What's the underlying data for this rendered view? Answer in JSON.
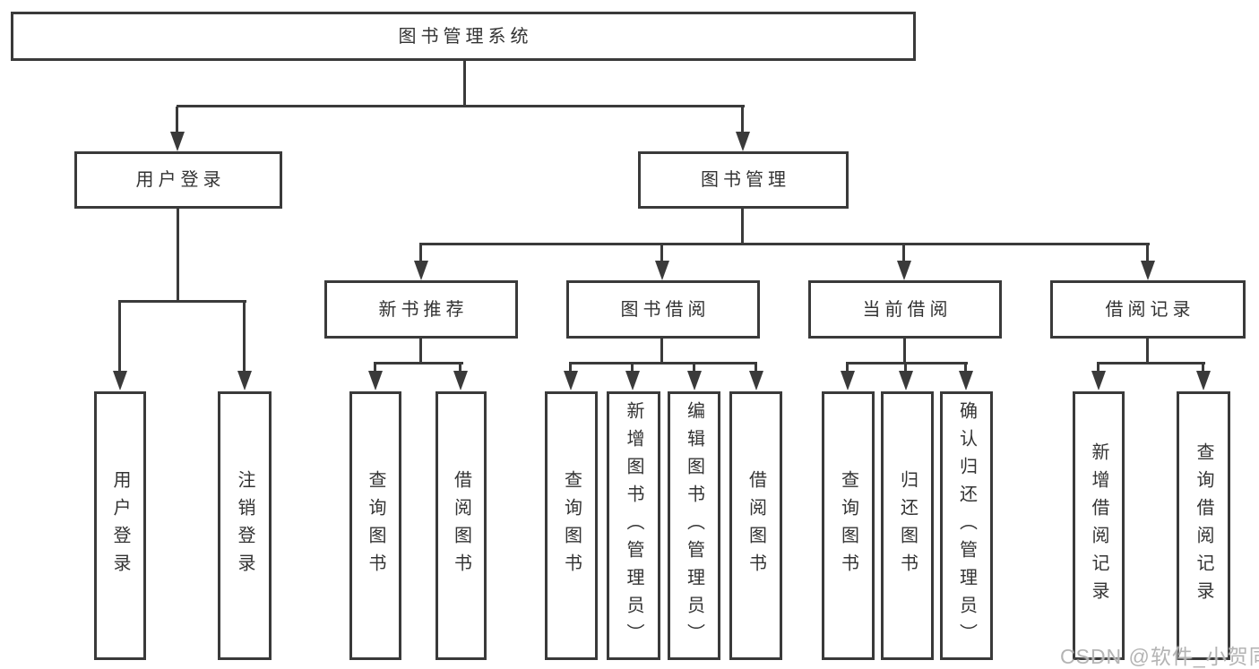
{
  "colors": {
    "line": "#3a3a3a",
    "text": "#333333",
    "bg": "#ffffff",
    "wm": "#b4b4b4"
  },
  "watermark": "CSDN @软件_小贺同学",
  "chart_type": "hierarchy-diagram",
  "tree": {
    "label": "图书管理系统",
    "children": [
      {
        "label": "用户登录",
        "children": [
          {
            "label": "用户登录"
          },
          {
            "label": "注销登录"
          }
        ]
      },
      {
        "label": "图书管理",
        "children": [
          {
            "label": "新书推荐",
            "children": [
              {
                "label": "查询图书"
              },
              {
                "label": "借阅图书"
              }
            ]
          },
          {
            "label": "图书借阅",
            "children": [
              {
                "label": "查询图书"
              },
              {
                "label": "新增图书（管理员）"
              },
              {
                "label": "编辑图书（管理员）"
              },
              {
                "label": "借阅图书"
              }
            ]
          },
          {
            "label": "当前借阅",
            "children": [
              {
                "label": "查询图书"
              },
              {
                "label": "归还图书"
              },
              {
                "label": "确认归还（管理员）"
              }
            ]
          },
          {
            "label": "借阅记录",
            "children": [
              {
                "label": "新增借阅记录"
              },
              {
                "label": "查询借阅记录"
              }
            ]
          }
        ]
      }
    ]
  }
}
